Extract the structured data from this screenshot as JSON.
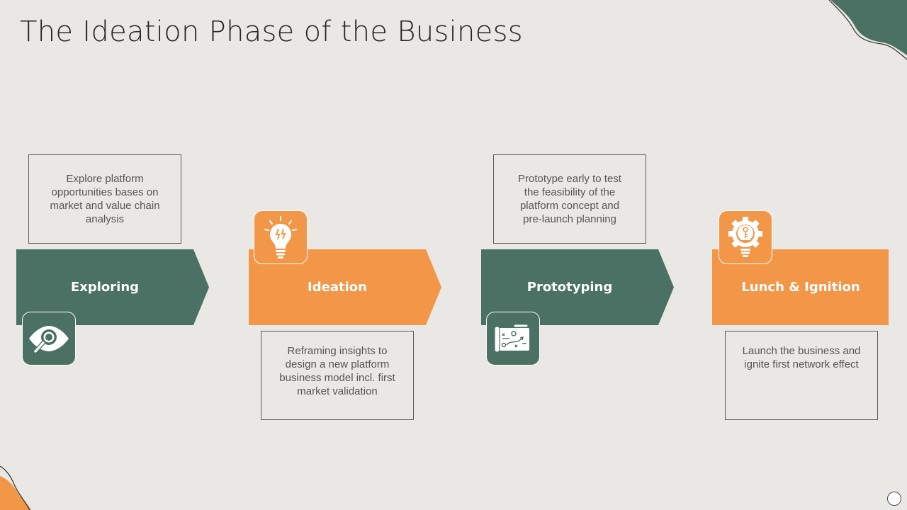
{
  "title": "The Ideation Phase of the Business",
  "colors": {
    "green": "#4A7163",
    "orange": "#F29648",
    "background": "#EAE8E4"
  },
  "stages": [
    {
      "label": "Exploring",
      "description": "Explore platform opportunities bases on market and value chain analysis",
      "icon": "eye-magnifier-icon",
      "color": "green"
    },
    {
      "label": "Ideation",
      "description": "Reframing insights to design a new platform business model incl. first market validation",
      "icon": "lightbulb-icon",
      "color": "orange"
    },
    {
      "label": "Prototyping",
      "description": "Prototype early to test the feasibility of the platform concept and pre-launch planning",
      "icon": "blueprint-icon",
      "color": "green"
    },
    {
      "label": "Lunch & Ignition",
      "description": "Launch the business and ignite first network effect",
      "icon": "gear-bulb-icon",
      "color": "orange"
    }
  ]
}
